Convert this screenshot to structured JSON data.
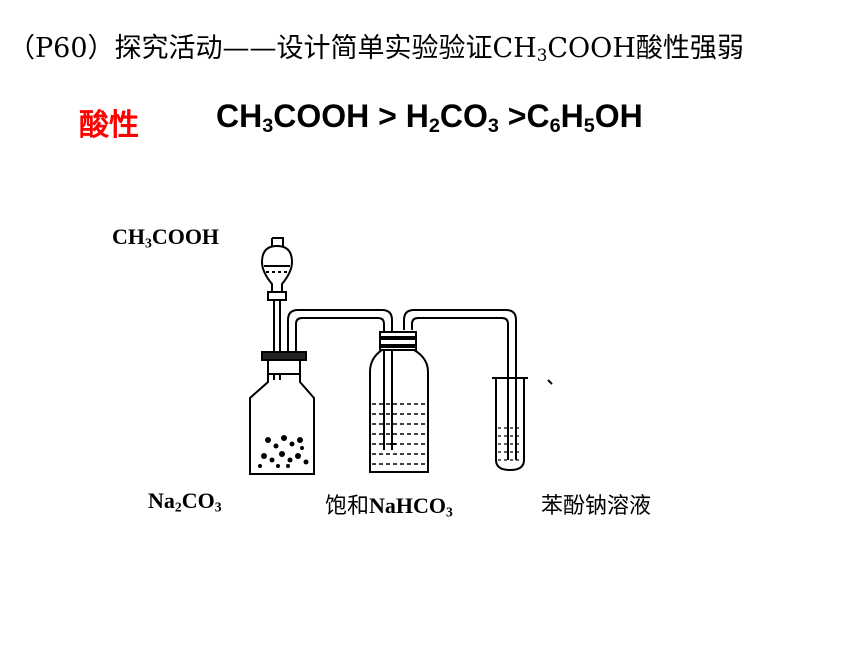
{
  "header": {
    "prefix": "（P60）探究活动——设计简单实验验证CH",
    "sub1": "3",
    "suffix": "COOH酸性强弱"
  },
  "acidity": {
    "label": "酸性",
    "formula_parts": {
      "a1": "CH",
      "a1s": "3",
      "a2": "COOH > H",
      "a2s": "2",
      "a3": "CO",
      "a3s": "3",
      "a4": " >C",
      "a4s": "6",
      "a5": "H",
      "a5s": "5",
      "a6": "OH"
    }
  },
  "labels": {
    "funnel_reagent": {
      "main": "CH",
      "sub": "3",
      "tail": "COOH"
    },
    "flask1": {
      "main": "Na",
      "sub": "2",
      "mid": "CO",
      "sub2": "3"
    },
    "flask2": {
      "cn": "饱和",
      "main": "NaHCO",
      "sub": "3"
    },
    "tube": "苯酚钠溶液"
  }
}
